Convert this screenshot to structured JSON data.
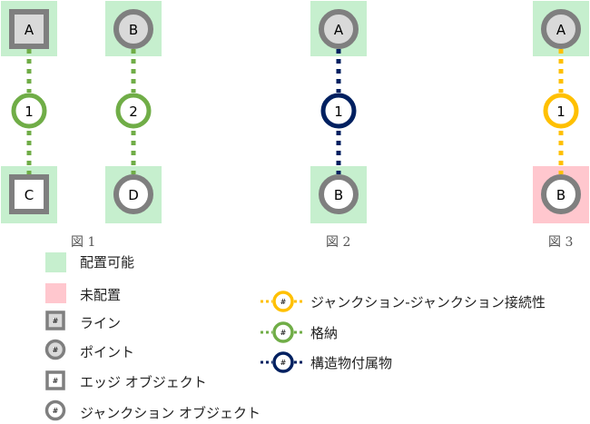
{
  "colors": {
    "placeable": "#c6efce",
    "unplaced": "#ffc7ce",
    "gray_border": "#7f7f7f",
    "point_fill": "#d9d9d9",
    "white": "#ffffff",
    "containment": "#70ad47",
    "attachment": "#002060",
    "connectivity": "#ffc000"
  },
  "figures": [
    {
      "caption": "図 1",
      "columns": [
        {
          "top": {
            "label": "A",
            "shape": "line",
            "status": "placeable"
          },
          "middle": {
            "label": "1",
            "association": "containment"
          },
          "bottom": {
            "label": "C",
            "shape": "edge-object",
            "status": "placeable"
          }
        },
        {
          "top": {
            "label": "B",
            "shape": "point",
            "status": "placeable"
          },
          "middle": {
            "label": "2",
            "association": "containment"
          },
          "bottom": {
            "label": "D",
            "shape": "junction-object",
            "status": "placeable"
          }
        }
      ]
    },
    {
      "caption": "図 2",
      "columns": [
        {
          "top": {
            "label": "A",
            "shape": "point",
            "status": "placeable"
          },
          "middle": {
            "label": "1",
            "association": "attachment"
          },
          "bottom": {
            "label": "B",
            "shape": "junction-object",
            "status": "placeable"
          }
        }
      ]
    },
    {
      "caption": "図 3",
      "columns": [
        {
          "top": {
            "label": "A",
            "shape": "point",
            "status": "placeable"
          },
          "middle": {
            "label": "1",
            "association": "connectivity"
          },
          "bottom": {
            "label": "B",
            "shape": "junction-object",
            "status": "unplaced"
          }
        }
      ]
    }
  ],
  "legend": {
    "status_items": [
      {
        "key": "placeable",
        "label": "配置可能"
      },
      {
        "key": "unplaced",
        "label": "未配置"
      }
    ],
    "shape_items": [
      {
        "key": "line",
        "symbol": "#",
        "label": "ライン"
      },
      {
        "key": "point",
        "symbol": "#",
        "label": "ポイント"
      },
      {
        "key": "edge-object",
        "symbol": "#",
        "label": "エッジ オブジェクト"
      },
      {
        "key": "junction-object",
        "symbol": "#",
        "label": "ジャンクション オブジェクト"
      }
    ],
    "association_items": [
      {
        "key": "connectivity",
        "symbol": "#",
        "label": "ジャンクション-ジャンクション接続性"
      },
      {
        "key": "containment",
        "symbol": "#",
        "label": "格納"
      },
      {
        "key": "attachment",
        "symbol": "#",
        "label": "構造物付属物"
      }
    ]
  }
}
